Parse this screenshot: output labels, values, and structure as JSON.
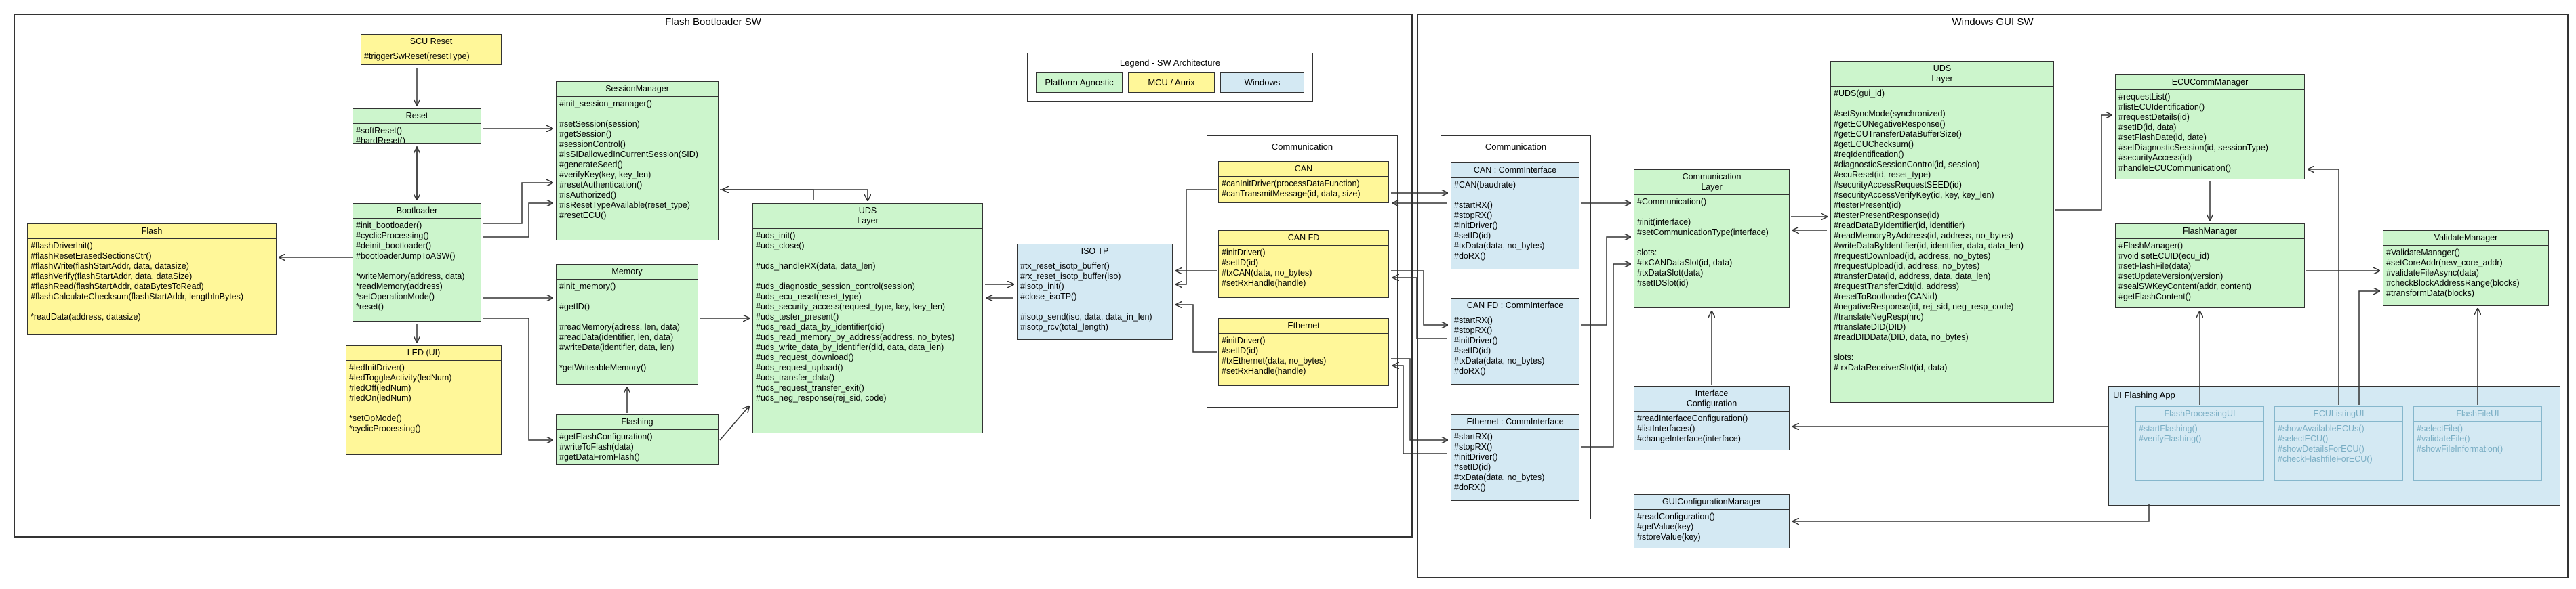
{
  "frames": {
    "bootloader": "Flash Bootloader SW",
    "gui": "Windows GUI SW"
  },
  "legend": {
    "title": "Legend - SW Architecture",
    "platform": "Platform Agnostic",
    "mcu": "MCU / Aurix",
    "windows": "Windows"
  },
  "groups": {
    "comm_boot": "Communication",
    "comm_gui": "Communication",
    "ui_app": "UI Flashing App"
  },
  "classes": {
    "scu_reset": {
      "title": "SCU Reset",
      "body": "#triggerSwReset(resetType)"
    },
    "reset": {
      "title": "Reset",
      "body": "#softReset()\n#hardReset()"
    },
    "bootloader": {
      "title": "Bootloader",
      "body": "#init_bootloader()\n#cyclicProcessing()\n#deinit_bootloader()\n#bootloaderJumpToASW()\n\n*writeMemory(address, data)\n*readMemory(address)\n*setOperationMode()\n*reset()"
    },
    "flash": {
      "title": "Flash",
      "body": "#flashDriverInit()\n#flashResetErasedSectionsCtr()\n#flashWrite(flashStartAddr, data, datasize)\n#flashVerify(flashStartAddr, data, dataSize)\n#flashRead(flashStartAddr, dataBytesToRead)\n#flashCalculateChecksum(flashStartAddr, lengthInBytes)\n\n*readData(address, datasize)"
    },
    "led": {
      "title": "LED (UI)",
      "body": "#ledInitDriver()\n#ledToggleActivity(ledNum)\n#ledOff(ledNum)\n#ledOn(ledNum)\n\n*setOpMode()\n*cyclicProcessing()"
    },
    "session": {
      "title": "SessionManager",
      "body": "#init_session_manager()\n\n#setSession(session)\n#getSession()\n#sessionControl()\n#isSIDallowedInCurrentSession(SID)\n#generateSeed()\n#verifyKey(key, key_len)\n#resetAuthentication()\n#isAuthorized()\n#isResetTypeAvailable(reset_type)\n#resetECU()"
    },
    "memory": {
      "title": "Memory",
      "body": "#init_memory()\n\n#getID()\n\n#readMemory(adress, len, data)\n#readData(identifier, len, data)\n#writeData(identifier, data, len)\n\n*getWriteableMemory()"
    },
    "flashing": {
      "title": "Flashing",
      "body": "#getFlashConfiguration()\n#writeToFlash(data)\n#getDataFromFlash()"
    },
    "uds_boot": {
      "title": "UDS\nLayer",
      "body": "#uds_init()\n#uds_close()\n\n#uds_handleRX(data, data_len)\n\n#uds_diagnostic_session_control(session)\n#uds_ecu_reset(reset_type)\n#uds_security_access(request_type, key, key_len)\n#uds_tester_present()\n#uds_read_data_by_identifier(did)\n#uds_read_memory_by_address(address, no_bytes)\n#uds_write_data_by_identifier(did, data, data_len)\n#uds_request_download()\n#uds_request_upload()\n#uds_transfer_data()\n#uds_request_transfer_exit()\n#uds_neg_response(rej_sid, code)"
    },
    "isotp": {
      "title": "ISO TP",
      "body": "#tx_reset_isotp_buffer()\n#rx_reset_isotp_buffer(iso)\n#isotp_init()\n#close_isoTP()\n\n#isotp_send(iso, data, data_in_len)\n#isotp_rcv(total_length)"
    },
    "can": {
      "title": "CAN",
      "body": "#canInitDriver(processDataFunction)\n#canTransmitMessage(id, data, size)"
    },
    "canfd": {
      "title": "CAN FD",
      "body": "#initDriver()\n#setID(id)\n#txCAN(data, no_bytes)\n#setRxHandle(handle)"
    },
    "ethernet": {
      "title": "Ethernet",
      "body": "#initDriver()\n#setID(id)\n#txEthernet(data, no_bytes)\n#setRxHandle(handle)"
    },
    "can_if": {
      "title": "CAN : CommInterface",
      "body": "#CAN(baudrate)\n\n#startRX()\n#stopRX()\n#initDriver()\n#setID(id)\n#txData(data, no_bytes)\n#doRX()"
    },
    "canfd_if": {
      "title": "CAN FD : CommInterface",
      "body": "#startRX()\n#stopRX()\n#initDriver()\n#setID(id)\n#txData(data, no_bytes)\n#doRX()"
    },
    "eth_if": {
      "title": "Ethernet : CommInterface",
      "body": "#startRX()\n#stopRX()\n#initDriver()\n#setID(id)\n#txData(data, no_bytes)\n#doRX()"
    },
    "comm_layer": {
      "title": "Communication\nLayer",
      "body": "#Communication()\n\n#init(interface)\n#setCommunicationType(interface)\n\nslots:\n#txCANDataSlot(id, data)\n#txDataSlot(data)\n#setIDSlot(id)"
    },
    "if_config": {
      "title": "Interface\nConfiguration",
      "body": "#readInterfaceConfiguration()\n#listInterfaces()\n#changeInterface(interface)"
    },
    "gui_config": {
      "title": "GUIConfigurationManager",
      "body": "#readConfiguration()\n#getValue(key)\n#storeValue(key)"
    },
    "uds_gui": {
      "title": "UDS\nLayer",
      "body": "#UDS(gui_id)\n\n#setSyncMode(synchronized)\n#getECUNegativeResponse()\n#getECUTransferDataBufferSize()\n#getECUChecksum()\n#reqIdentification()\n#diagnosticSessionControl(id, session)\n#ecuReset(id, reset_type)\n#securityAccessRequestSEED(id)\n#securityAccessVerifyKey(id, key, key_len)\n#testerPresent(id)\n#testerPresentResponse(id)\n#readDataByIdentifier(id, identifier)\n#readMemoryByAddress(id, address, no_bytes)\n#writeDataByIdentifier(id, identifier, data, data_len)\n#requestDownload(id, address, no_bytes)\n#requestUpload(id, address, no_bytes)\n#transferData(id, address, data, data_len)\n#requestTransferExit(id, address)\n#resetToBootloader(CANid)\n#negativeResponse(id, rej_sid, neg_resp_code)\n#translateNegResp(nrc)\n#translateDID(DID)\n#readDIDData(DID, data, no_bytes)\n\nslots:\n# rxDataReceiverSlot(id, data)"
    },
    "ecu_comm": {
      "title": "ECUCommManager",
      "body": "#requestList()\n#listECUIdentification()\n#requestDetails(id)\n#setID(id, data)\n#setFlashDate(id, date)\n#setDiagnosticSession(id, sessionType)\n#securityAccess(id)\n#handleECUCommunication()"
    },
    "flash_mgr": {
      "title": "FlashManager",
      "body": "#FlashManager()\n#void setECUID(ecu_id)\n#setFlashFile(data)\n#setUpdateVersion(version)\n#sealSWKeyContent(addr, content)\n#getFlashContent()"
    },
    "validate": {
      "title": "ValidateManager",
      "body": "#ValidateManager()\n#setCoreAddr(new_core_addr)\n#validateFileAsync(data)\n#checkBlockAddressRange(blocks)\n#transformData(blocks)"
    },
    "fp_ui": {
      "title": "FlashProcessingUI",
      "body": "#startFlashing()\n#verifyFlashing()"
    },
    "ecu_ui": {
      "title": "ECUListingUI",
      "body": "#showAvailableECUs()\n#selectECU()\n#showDetailsForECU()\n#checkFlashfileForECU()"
    },
    "file_ui": {
      "title": "FlashFileUI",
      "body": "#selectFile()\n#validateFile()\n#showFileInformation()"
    }
  }
}
